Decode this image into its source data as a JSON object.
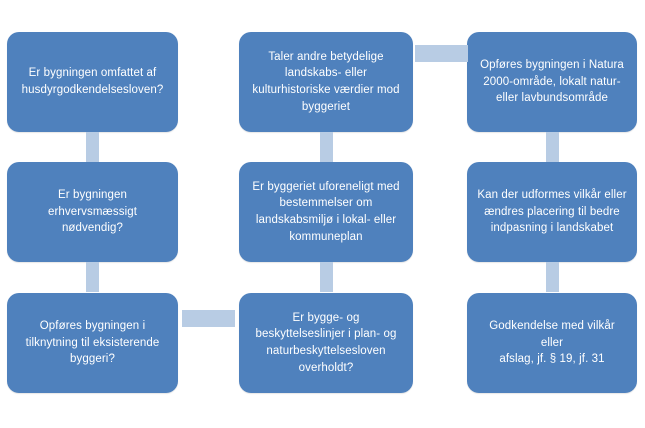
{
  "diagram": {
    "title_visible": false,
    "background_color": "#ffffff",
    "node_color": "#4f81bd",
    "connector_color": "#b8cce4",
    "text_color": "#ffffff",
    "nodes": [
      {
        "id": "r1c1",
        "label": "Er bygningen omfattet  af\nhusdyrgodkendelsesloven?",
        "row": 1,
        "column": 1
      },
      {
        "id": "r1c2",
        "label": "Taler andre betydelige\nlandskabs- eller\nkulturhistoriske værdier mod\nbyggeriet",
        "row": 1,
        "column": 2
      },
      {
        "id": "r1c3",
        "label": "Opføres bygningen i Natura\n2000-område, lokalt natur-\neller lavbundsområde",
        "row": 1,
        "column": 3
      },
      {
        "id": "r2c1",
        "label": "Er bygningen\nerhvervsmæssigt nødvendig?",
        "row": 2,
        "column": 1
      },
      {
        "id": "r2c2",
        "label": "Er byggeriet uforeneligt med\nbestemmelser om\nlandskabsmiljø i lokal- eller\nkommuneplan",
        "row": 2,
        "column": 2
      },
      {
        "id": "r2c3",
        "label": "Kan der udformes vilkår eller\nændres placering til bedre\nindpasning i landskabet",
        "row": 2,
        "column": 3
      },
      {
        "id": "r3c1",
        "label": "Opføres bygningen i\ntilknytning til eksisterende\nbyggeri?",
        "row": 3,
        "column": 1
      },
      {
        "id": "r3c2",
        "label": "Er bygge- og\nbeskyttelseslinjer i plan- og\nnaturbeskyttelsesloven\noverholdt?",
        "row": 3,
        "column": 2
      },
      {
        "id": "r3c3",
        "label": "Godkendelse med vilkår eller\nafslag, jf. § 19, jf. 31",
        "row": 3,
        "column": 3
      }
    ],
    "connectors": [
      {
        "id": "c1-r1-r2",
        "orientation": "vertical",
        "from": "r1c1",
        "to": "r2c1"
      },
      {
        "id": "c2-r1-r2",
        "orientation": "vertical",
        "from": "r1c2",
        "to": "r2c2"
      },
      {
        "id": "c3-r1-r2",
        "orientation": "vertical",
        "from": "r1c3",
        "to": "r2c3"
      },
      {
        "id": "c1-r2-r3",
        "orientation": "vertical",
        "from": "r2c1",
        "to": "r3c1"
      },
      {
        "id": "c2-r2-r3",
        "orientation": "vertical",
        "from": "r2c2",
        "to": "r3c2"
      },
      {
        "id": "c3-r2-r3",
        "orientation": "vertical",
        "from": "r2c3",
        "to": "r3c3"
      },
      {
        "id": "r1-c2-c3",
        "orientation": "horizontal",
        "from": "r1c2",
        "to": "r1c3"
      },
      {
        "id": "r3-c1-c2",
        "orientation": "horizontal",
        "from": "r3c1",
        "to": "r3c2"
      }
    ]
  }
}
